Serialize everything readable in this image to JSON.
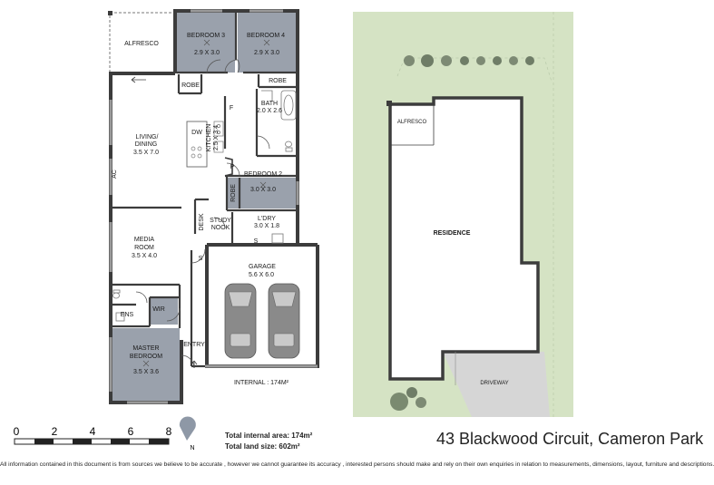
{
  "floorplan": {
    "rooms": {
      "alfresco": {
        "name": "ALFRESCO"
      },
      "bedroom3": {
        "name": "BEDROOM 3",
        "dims": "2.9 X 3.0"
      },
      "bedroom4": {
        "name": "BEDROOM 4",
        "dims": "2.9 X 3.0"
      },
      "robe": "ROBE",
      "bath": {
        "name": "BATH",
        "dims": "2.0 X 2.6"
      },
      "living": {
        "line1": "LIVING/",
        "line2": "DINING",
        "dims": "3.5 X 7.0"
      },
      "kitchen": {
        "name": "KITCHEN",
        "dims": "2.5 X 3.4"
      },
      "dw": "DW",
      "fridge": "F",
      "pantry": "P",
      "bedroom2": {
        "name": "BEDROOM 2",
        "dims": "3.0 X 3.0"
      },
      "ac": "AC",
      "desk": "DESK",
      "study": {
        "line1": "STUDY",
        "line2": "NOOK"
      },
      "laundry": {
        "name": "L'DRY",
        "dims": "3.0 X 1.8"
      },
      "storage": "S",
      "media": {
        "line1": "MEDIA",
        "line2": "ROOM",
        "dims": "3.5 X 4.0"
      },
      "garage": {
        "name": "GARAGE",
        "dims": "5.6 X 6.0"
      },
      "ens": "ENS",
      "wir": "WIR",
      "master": {
        "line1": "MASTER",
        "line2": "BEDROOM",
        "dims": "3.5 X 3.6"
      },
      "entry": "ENTRY",
      "internal": "INTERNAL : 174M²"
    },
    "scale": {
      "ticks": [
        "0",
        "2",
        "4",
        "6",
        "8"
      ]
    },
    "north": "N"
  },
  "totals": {
    "internal": "Total internal area: 174m²",
    "land": "Total land size: 602m²"
  },
  "siteplan": {
    "alfresco": "ALFRESCO",
    "residence": "RESIDENCE",
    "driveway": "DRIVEWAY"
  },
  "address": "43 Blackwood Circuit, Cameron Park",
  "disclaimer": "All information contained in this document is from sources we believe to be accurate , however we cannot guarantee its accuracy , interested persons should make and rely on their own enquiries in relation to measurements, dimensions, layout, furniture and descriptions.",
  "colors": {
    "bedroom": "#9aa1ac",
    "wall": "#3c3c3c",
    "lawn": "#d5e3c4",
    "paving": "#d6d6d6"
  }
}
